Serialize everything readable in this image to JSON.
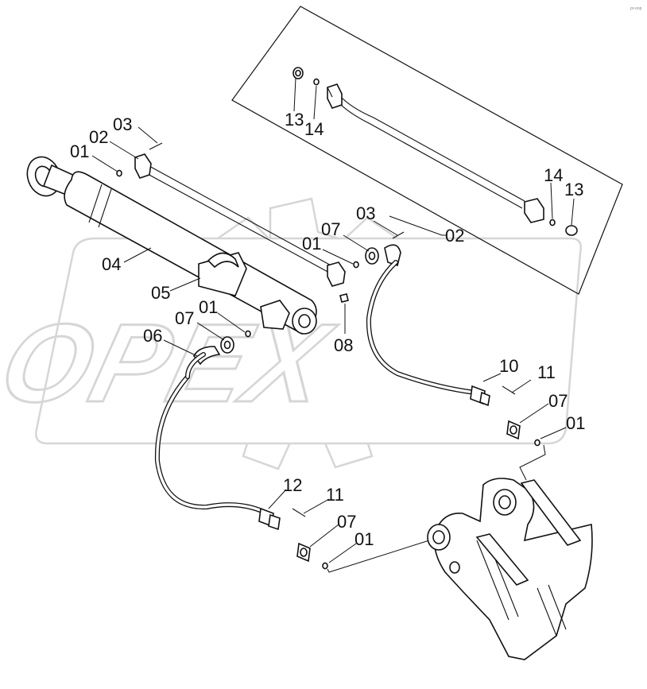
{
  "corner_note": "pr-oop",
  "watermark": "OPEX",
  "callouts": {
    "inset_13_left": "13",
    "inset_14_left": "14",
    "inset_14_right": "14",
    "inset_13_right": "13",
    "label_02_inset": "02",
    "label_03_top": "03",
    "label_02_top": "02",
    "label_01_top": "01",
    "label_04": "04",
    "label_05": "05",
    "label_03_mid": "03",
    "label_07_mid": "07",
    "label_01_mid": "01",
    "label_07_left": "07",
    "label_01_left": "01",
    "label_06": "06",
    "label_08": "08",
    "label_10": "10",
    "label_11_right": "11",
    "label_07_right": "07",
    "label_01_right": "01",
    "label_12": "12",
    "label_11_bottom": "11",
    "label_07_bottom": "07",
    "label_01_bottom": "01"
  }
}
